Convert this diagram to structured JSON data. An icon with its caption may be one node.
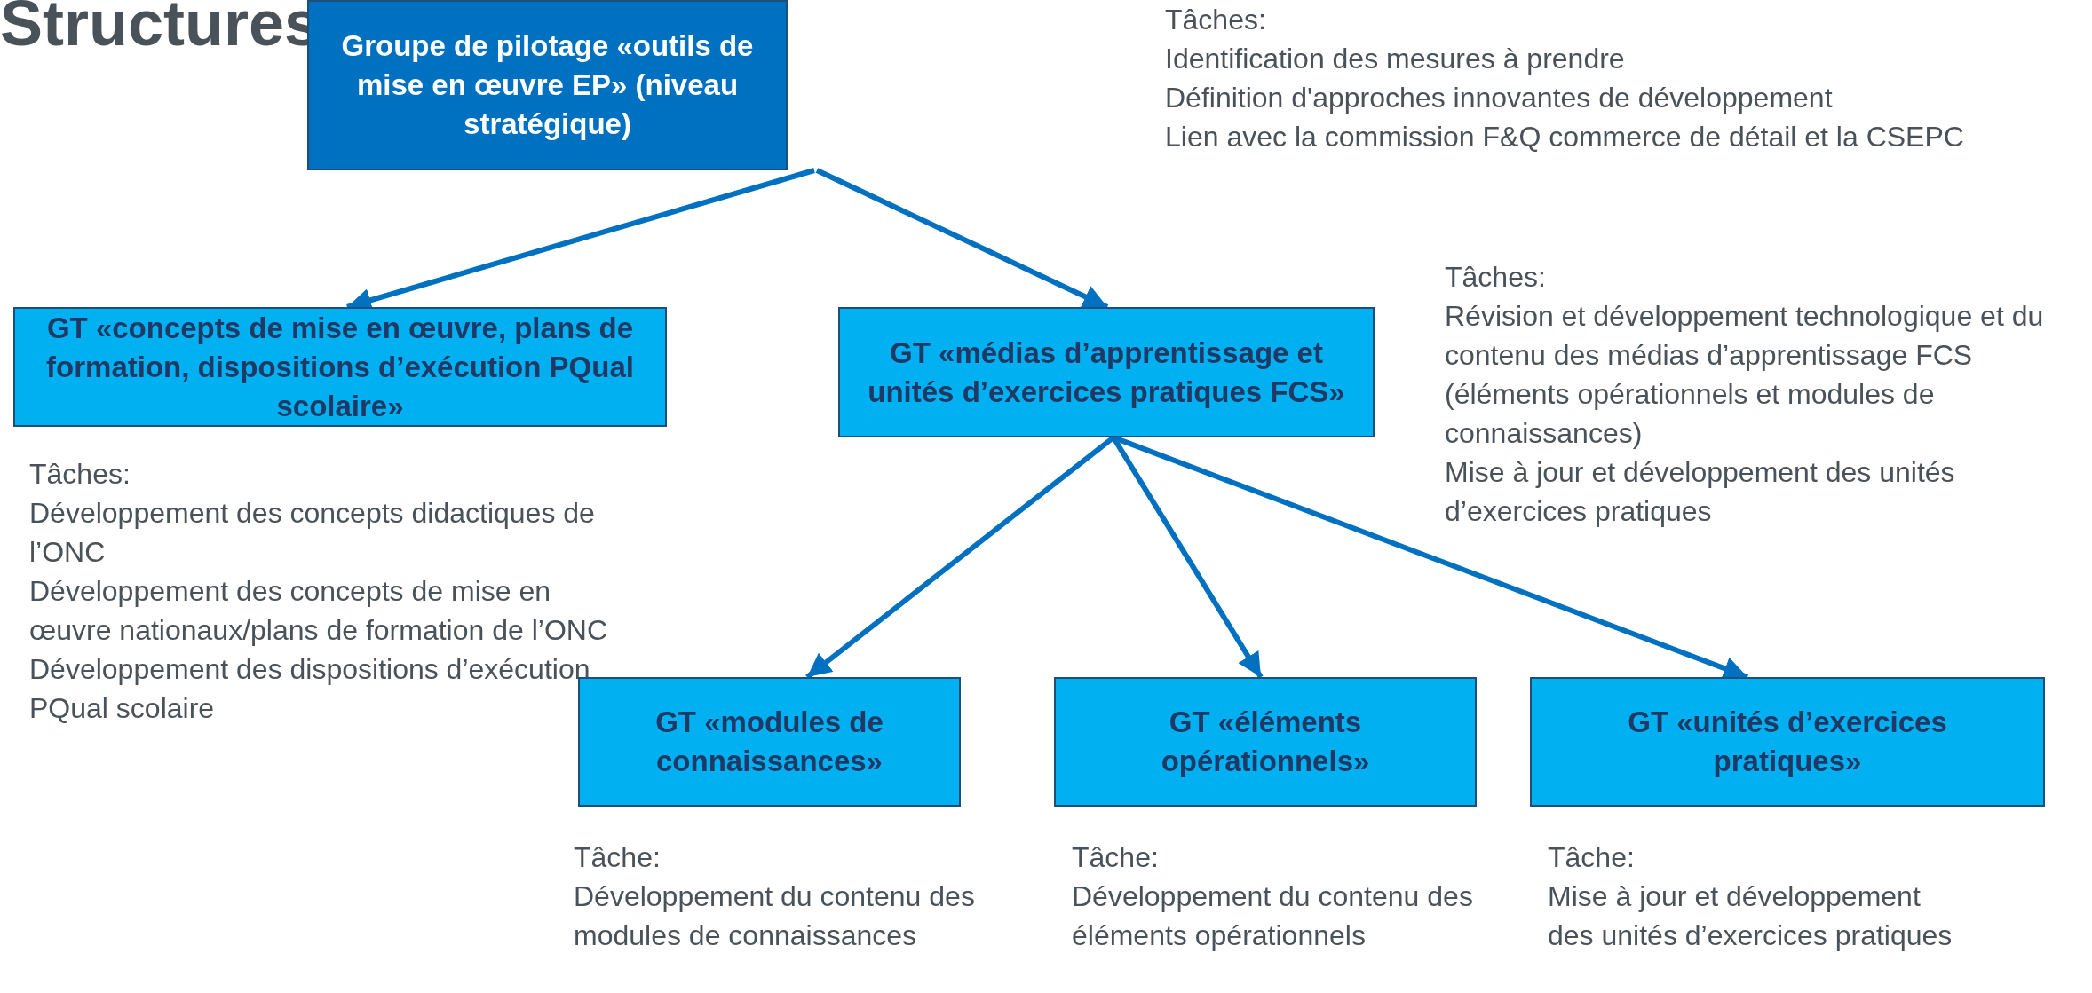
{
  "diagram": {
    "title": "Structures",
    "nodes": [
      {
        "text": [
          "Groupe de pilotage «outils de mise en œuvre EP» (niveau stratégique)"
        ],
        "beside": [
          "Tâches:",
          "Identification des mesures à prendre",
          "Définition d'approches innovantes de développement",
          "Lien avec la commission F&Q commerce de détail et la CSEPC"
        ]
      },
      {
        "text": [
          "GT «concepts de mise en œuvre, plans de formation, dispositions d’exécution PQual scolaire»"
        ],
        "beside": [
          "Tâches:",
          "Développement des concepts didactiques de l’ONC",
          "Développement des concepts de mise en œuvre nationaux/plans de formation de l’ONC",
          "Développement des dispositions d’exécution PQual scolaire"
        ]
      },
      {
        "text": [
          "GT «médias d’apprentissage et unités d’exercices pratiques FCS»"
        ],
        "beside": [
          "Tâches:",
          "Révision et développement technologique et du contenu des médias d’apprentissage FCS (éléments opérationnels et modules de connaissances)",
          "Mise à jour et développement des unités d’exercices pratiques"
        ]
      },
      {
        "text": [
          "GT «modules de connaissances»"
        ],
        "beside": [
          "Tâche:",
          "Développement du contenu des modules de connaissances"
        ]
      },
      {
        "text": [
          "GT «éléments opérationnels»"
        ],
        "beside": [
          "Tâche:",
          "Développement du contenu des éléments opérationnels"
        ]
      },
      {
        "text": [
          "GT «unités d’exercices pratiques»"
        ],
        "beside": [
          "Tâche:",
          "Mise à jour et développement des unités d’exercices pratiques"
        ]
      }
    ],
    "edges": [
      {
        "from": 0,
        "to": 1,
        "arrow": "to"
      },
      {
        "from": 0,
        "to": 2,
        "arrow": "to"
      },
      {
        "from": 2,
        "to": 3,
        "arrow": "to"
      },
      {
        "from": 2,
        "to": 4,
        "arrow": "to"
      },
      {
        "from": 2,
        "to": 5,
        "arrow": "to"
      }
    ]
  }
}
